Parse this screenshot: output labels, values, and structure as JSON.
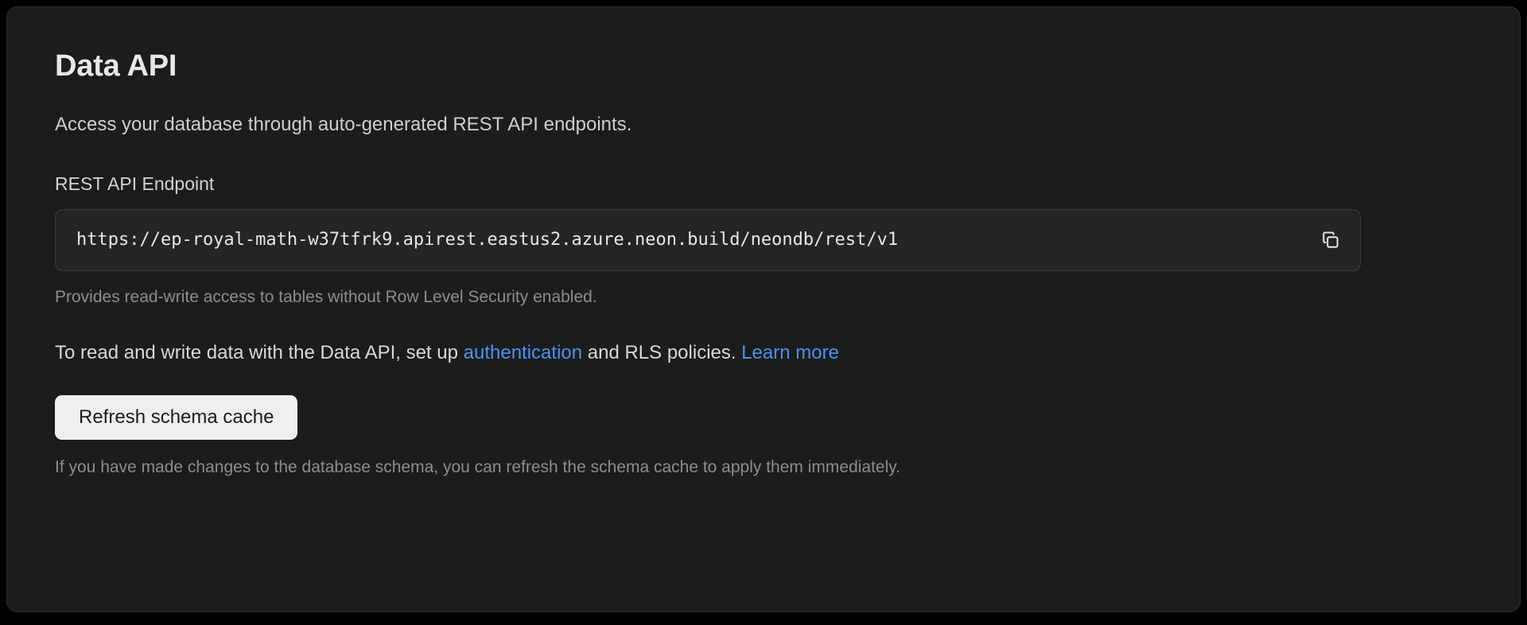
{
  "card": {
    "title": "Data API",
    "subtitle": "Access your database through auto-generated REST API endpoints.",
    "endpoint": {
      "label": "REST API Endpoint",
      "value": "https://ep-royal-math-w37tfrk9.apirest.eastus2.azure.neon.build/neondb/rest/v1",
      "placeholder": "https://",
      "copy_icon": "copy-icon",
      "help_text": "Provides read-write access to tables without Row Level Security enabled."
    },
    "paragraph": {
      "text_before_link1": "To read and write data with the Data API, set up ",
      "link1": "authentication",
      "text_between_links": " and RLS policies. ",
      "link2": "Learn more"
    },
    "refresh_button": "Refresh schema cache",
    "footer_note": "If you have made changes to the database schema, you can refresh the schema cache to apply them immediately."
  },
  "colors": {
    "page_background": "#000000",
    "card_background": "#1c1c1c",
    "card_border": "#2e2e2e",
    "input_background": "#242424",
    "input_border": "#3b3b3b",
    "link": "#4a93f0",
    "button_background": "#f0efed",
    "button_text": "#1c1c1c",
    "title_text": "#e8e8e6",
    "muted_text": "#8d8d8b"
  }
}
